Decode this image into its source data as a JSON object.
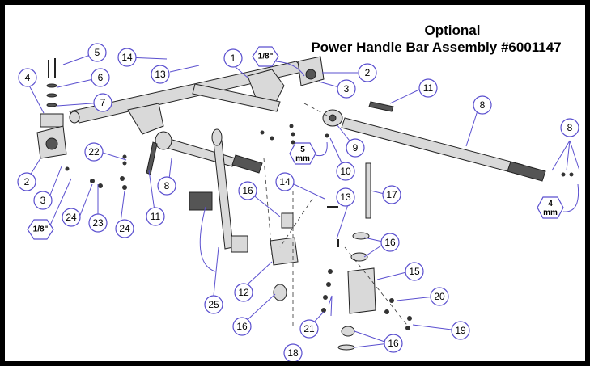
{
  "title": {
    "line1": "Optional",
    "line2": "Power Handle Bar Assembly #6001147"
  },
  "callouts": [
    "1",
    "2",
    "2",
    "3",
    "3",
    "4",
    "5",
    "6",
    "7",
    "8",
    "8",
    "8",
    "9",
    "10",
    "11",
    "11",
    "12",
    "13",
    "13",
    "14",
    "14",
    "15",
    "16",
    "16",
    "16",
    "16",
    "17",
    "18",
    "19",
    "20",
    "21",
    "22",
    "23",
    "24",
    "24",
    "25"
  ],
  "hex_labels": [
    "1/8\"",
    "1/8\"",
    "5 mm",
    "4 mm"
  ]
}
